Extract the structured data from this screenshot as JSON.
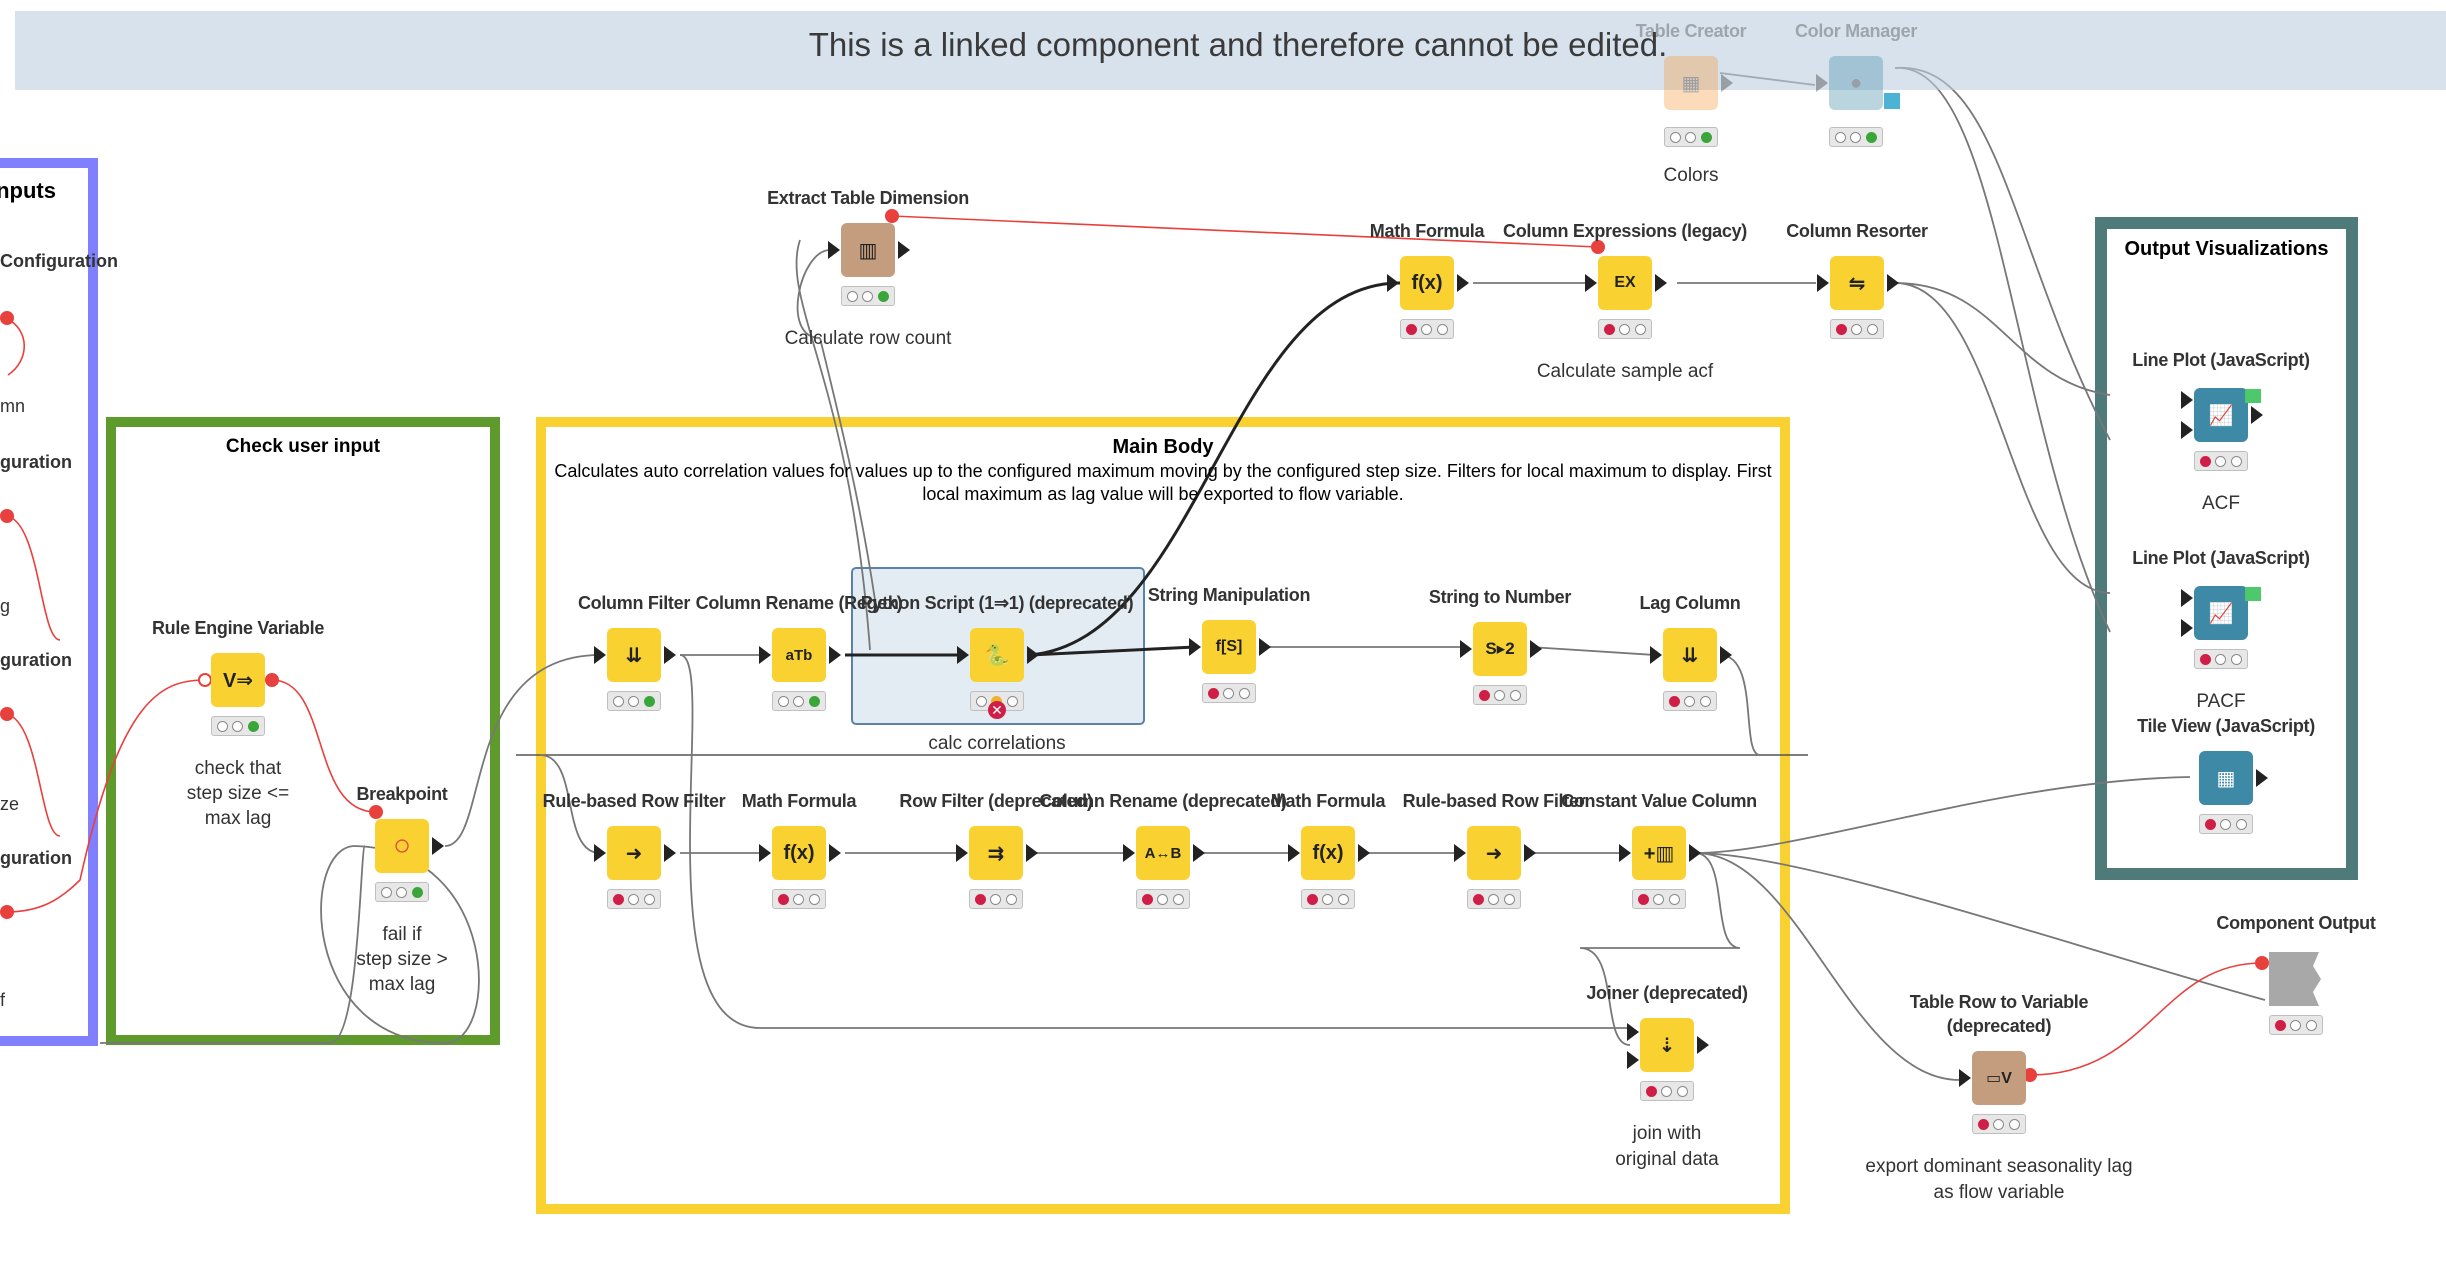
{
  "banner": {
    "text": "This is a linked component and therefore cannot be edited."
  },
  "annotations": {
    "inputs": {
      "title": "Inputs"
    },
    "check": {
      "title": "Check user input"
    },
    "main": {
      "title": "Main Body",
      "desc_line1": "Calculates auto correlation values for values up to the configured maximum moving by the configured step size. Filters for local maximum to display. First",
      "desc_line2": "local maximum as lag value will be exported to flow variable."
    },
    "output": {
      "title": "Output Visualizations"
    }
  },
  "left_partial": {
    "t1": "Configuration",
    "t2": "mn",
    "t3": "guration",
    "t4": "g",
    "t5": "guration",
    "t6": "ze",
    "t7": "guration",
    "t8": "f"
  },
  "nodes": {
    "table_creator": {
      "name": "Table Creator",
      "label": "Colors"
    },
    "color_manager": {
      "name": "Color Manager"
    },
    "extract_dim": {
      "name": "Extract Table Dimension",
      "label": "Calculate row count"
    },
    "math1": {
      "name": "Math Formula"
    },
    "colexpr": {
      "name": "Column Expressions (legacy)",
      "label": "Calculate sample acf"
    },
    "resorter": {
      "name": "Column Resorter"
    },
    "lp1": {
      "name": "Line Plot (JavaScript)",
      "label": "ACF"
    },
    "lp2": {
      "name": "Line Plot (JavaScript)",
      "label": "PACF"
    },
    "tile": {
      "name": "Tile View (JavaScript)"
    },
    "rule_engine": {
      "name": "Rule Engine Variable",
      "label1": "check that",
      "label2": "step size <=",
      "label3": "max lag"
    },
    "breakpoint": {
      "name": "Breakpoint",
      "label1": "fail if",
      "label2": "step size >",
      "label3": "max lag"
    },
    "colfilter": {
      "name": "Column Filter"
    },
    "colrename1": {
      "name": "Column Rename (Regex)"
    },
    "python": {
      "name": "Python Script (1⇒1) (deprecated)",
      "label": "calc correlations"
    },
    "strmanip": {
      "name": "String Manipulation"
    },
    "str2num": {
      "name": "String to Number"
    },
    "lagcol": {
      "name": "Lag Column"
    },
    "rowfilter1": {
      "name": "Rule-based Row Filter"
    },
    "math2": {
      "name": "Math Formula"
    },
    "rowfilterdep": {
      "name": "Row Filter (deprecated)"
    },
    "colrename2": {
      "name": "Column Rename (deprecated)"
    },
    "math3": {
      "name": "Math Formula"
    },
    "rowfilter2": {
      "name": "Rule-based Row Filter"
    },
    "constval": {
      "name": "Constant Value Column"
    },
    "joiner": {
      "name": "Joiner (deprecated)",
      "label1": "join with",
      "label2": "original data"
    },
    "tablerow": {
      "name1": "Table Row to Variable",
      "name2": "(deprecated)",
      "label1": "export dominant seasonality lag",
      "label2": "as flow variable"
    },
    "compout": {
      "name": "Component Output"
    }
  },
  "icons": {
    "rule_engine": "V⇒",
    "breakpoint": "○",
    "colfilter": "⇊",
    "colrename": "aTb",
    "python": "🐍",
    "strmanip": "f[S]",
    "str2num": "S▸2",
    "lagcol": "⇊",
    "rowfilter": "➜",
    "math": "f(x)",
    "rowfilterdep": "⇉",
    "colrename2": "A↔B",
    "constval": "+▥",
    "joiner": "⇣",
    "colexpr": "EX",
    "resorter": "⇋",
    "extract_dim": "▥",
    "tablerow": "▭V",
    "lineplot": "📈",
    "tile": "▦"
  },
  "colors": {
    "yellow": "#f9d232",
    "brown": "#c49d7e",
    "teal": "#3e8aa6",
    "inputs_border": "#8080ff",
    "check_border": "#5f9a2d",
    "main_border": "#f9d232",
    "output_border": "#4f7a7a",
    "flow_var": "#e8403c"
  }
}
